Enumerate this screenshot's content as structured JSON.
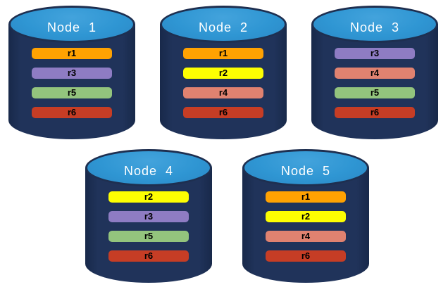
{
  "palette": {
    "cylinder_body": "#1e2f50",
    "cylinder_top": "#2f96d3",
    "node_label_text": "#ffffff",
    "bar_label_text": "#000000",
    "background": "#ffffff"
  },
  "replica_colors": {
    "r1": "#ffa202",
    "r2": "#fdfe02",
    "r3": "#8e7cc3",
    "r4": "#e08270",
    "r5": "#93c47d",
    "r6": "#c63d25"
  },
  "nodes": [
    {
      "label": "Node  1",
      "replicas": [
        "r1",
        "r3",
        "r5",
        "r6"
      ]
    },
    {
      "label": "Node  2",
      "replicas": [
        "r1",
        "r2",
        "r4",
        "r6"
      ]
    },
    {
      "label": "Node  3",
      "replicas": [
        "r3",
        "r4",
        "r5",
        "r6"
      ]
    },
    {
      "label": "Node  4",
      "replicas": [
        "r2",
        "r3",
        "r5",
        "r6"
      ]
    },
    {
      "label": "Node  5",
      "replicas": [
        "r1",
        "r2",
        "r4",
        "r6"
      ]
    }
  ]
}
